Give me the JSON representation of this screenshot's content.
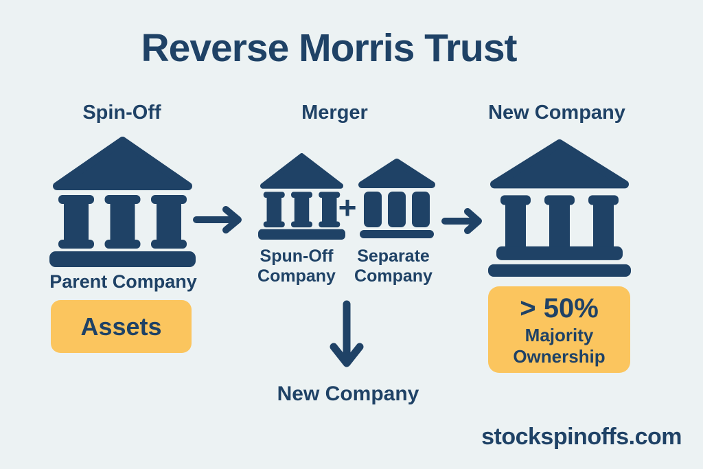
{
  "title": "Reverse Morris Trust",
  "watermark": "stockspinoffs.com",
  "colors": {
    "background": "#ECF2F3",
    "navy": "#1F4266",
    "yellow": "#FBC55E"
  },
  "stages": {
    "spin_off": {
      "heading": "Spin-Off",
      "bank_label": "Parent Company",
      "badge_label": "Assets"
    },
    "merger": {
      "heading": "Merger",
      "left_bank_label_line1": "Spun-Off",
      "left_bank_label_line2": "Company",
      "plus_sign": "+",
      "right_bank_label_line1": "Separate",
      "right_bank_label_line2": "Company",
      "result_label": "New Company"
    },
    "new_company": {
      "heading": "New Company",
      "ownership_percent": "> 50%",
      "ownership_line2": "Majority",
      "ownership_line3": "Ownership"
    }
  }
}
